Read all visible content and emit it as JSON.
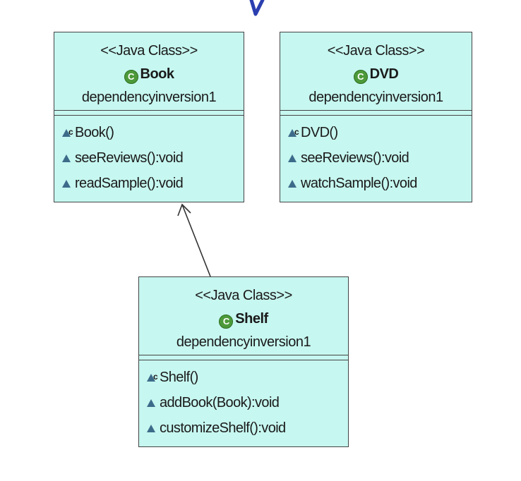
{
  "classes": {
    "book": {
      "stereotype": "<<Java Class>>",
      "name": "Book",
      "package": "dependencyinversion1",
      "icon": "class-icon",
      "methods": [
        "Book()",
        "seeReviews():void",
        "readSample():void"
      ]
    },
    "dvd": {
      "stereotype": "<<Java Class>>",
      "name": "DVD",
      "package": "dependencyinversion1",
      "icon": "class-icon",
      "methods": [
        "DVD()",
        "seeReviews():void",
        "watchSample():void"
      ]
    },
    "shelf": {
      "stereotype": "<<Java Class>>",
      "name": "Shelf",
      "package": "dependencyinversion1",
      "icon": "class-icon",
      "methods": [
        "Shelf()",
        "addBook(Book):void",
        "customizeShelf():void"
      ]
    }
  },
  "glyphs": {
    "class_icon": "C",
    "constructor_marker": "c"
  },
  "relations": [
    {
      "from": "Shelf",
      "to": "Book",
      "kind": "dependency"
    }
  ],
  "colors": {
    "class_fill": "#c6f7f0",
    "border": "#444444",
    "class_icon": "#4c9a3a",
    "visibility_icon": "#3c6b8a",
    "top_arrow": "#2b3fb0"
  }
}
